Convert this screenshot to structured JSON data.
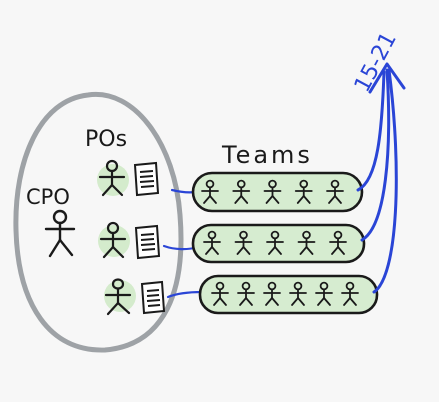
{
  "labels": {
    "pos": "POs",
    "cpo": "CPO",
    "teams": "Teams",
    "target": "15-21"
  },
  "colors": {
    "oval_stroke": "#9ea2a6",
    "team_fill": "#d6ecd0",
    "person_fill": "#d4ebcc",
    "ink": "#1a1a1a",
    "arrow": "#2a45d6"
  },
  "groups": {
    "product_owners": [
      {
        "icon": "person-icon",
        "doc": "backlog-icon"
      },
      {
        "icon": "person-icon",
        "doc": "backlog-icon"
      },
      {
        "icon": "person-icon",
        "doc": "backlog-icon"
      }
    ],
    "teams": [
      {
        "members": 5
      },
      {
        "members": 5
      },
      {
        "members": 6
      }
    ]
  }
}
